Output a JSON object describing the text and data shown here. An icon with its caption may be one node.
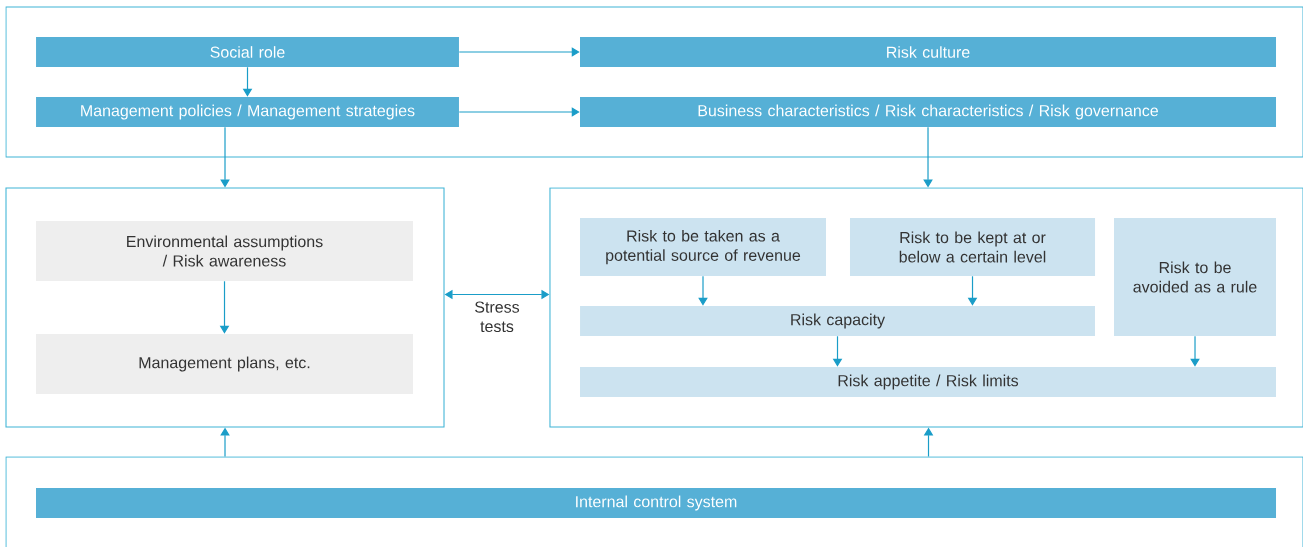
{
  "diagram": {
    "nodes": [
      {
        "text": [],
        "shape": "box"
      },
      {
        "text": [
          "Social role"
        ],
        "in": 0
      },
      {
        "text": [
          "Risk culture"
        ],
        "in": 0
      },
      {
        "text": [
          "Management policies / Management strategies"
        ],
        "in": 0
      },
      {
        "text": [
          "Business characteristics / Risk characteristics / Risk governance"
        ],
        "in": 0
      },
      {
        "text": [],
        "shape": "box"
      },
      {
        "text": [
          "Environmental assumptions / Risk awareness"
        ],
        "in": 5
      },
      {
        "text": [
          "Management plans, etc."
        ],
        "in": 5
      },
      {
        "text": [],
        "shape": "box"
      },
      {
        "text": [
          "Risk to be taken as a potential source of revenue"
        ],
        "in": 8
      },
      {
        "text": [
          "Risk to be kept at or below a certain level"
        ],
        "in": 8
      },
      {
        "text": [
          "Risk to be avoided as a rule"
        ],
        "in": 8
      },
      {
        "text": [
          "Risk capacity"
        ],
        "in": 8
      },
      {
        "text": [
          "Risk appetite / Risk limits"
        ],
        "in": 8
      },
      {
        "text": [],
        "shape": "box"
      },
      {
        "text": [
          "Internal control system"
        ],
        "in": 14
      }
    ],
    "edges": [
      {
        "from": 1,
        "to": 2,
        "arrow": "to"
      },
      {
        "from": 1,
        "to": 3,
        "arrow": "to"
      },
      {
        "from": 3,
        "to": 4,
        "arrow": "to"
      },
      {
        "from": 3,
        "to": 5,
        "arrow": "to"
      },
      {
        "from": 4,
        "to": 8,
        "arrow": "to"
      },
      {
        "from": 5,
        "to": 8,
        "arrow": "both",
        "label": "Stress tests"
      },
      {
        "from": 6,
        "to": 7,
        "arrow": "to"
      },
      {
        "from": 9,
        "to": 12,
        "arrow": "to"
      },
      {
        "from": 10,
        "to": 12,
        "arrow": "to"
      },
      {
        "from": 12,
        "to": 13,
        "arrow": "to"
      },
      {
        "from": 11,
        "to": 13,
        "arrow": "to"
      },
      {
        "from": 14,
        "to": 5,
        "arrow": "to"
      },
      {
        "from": 14,
        "to": 8,
        "arrow": "to"
      }
    ]
  }
}
